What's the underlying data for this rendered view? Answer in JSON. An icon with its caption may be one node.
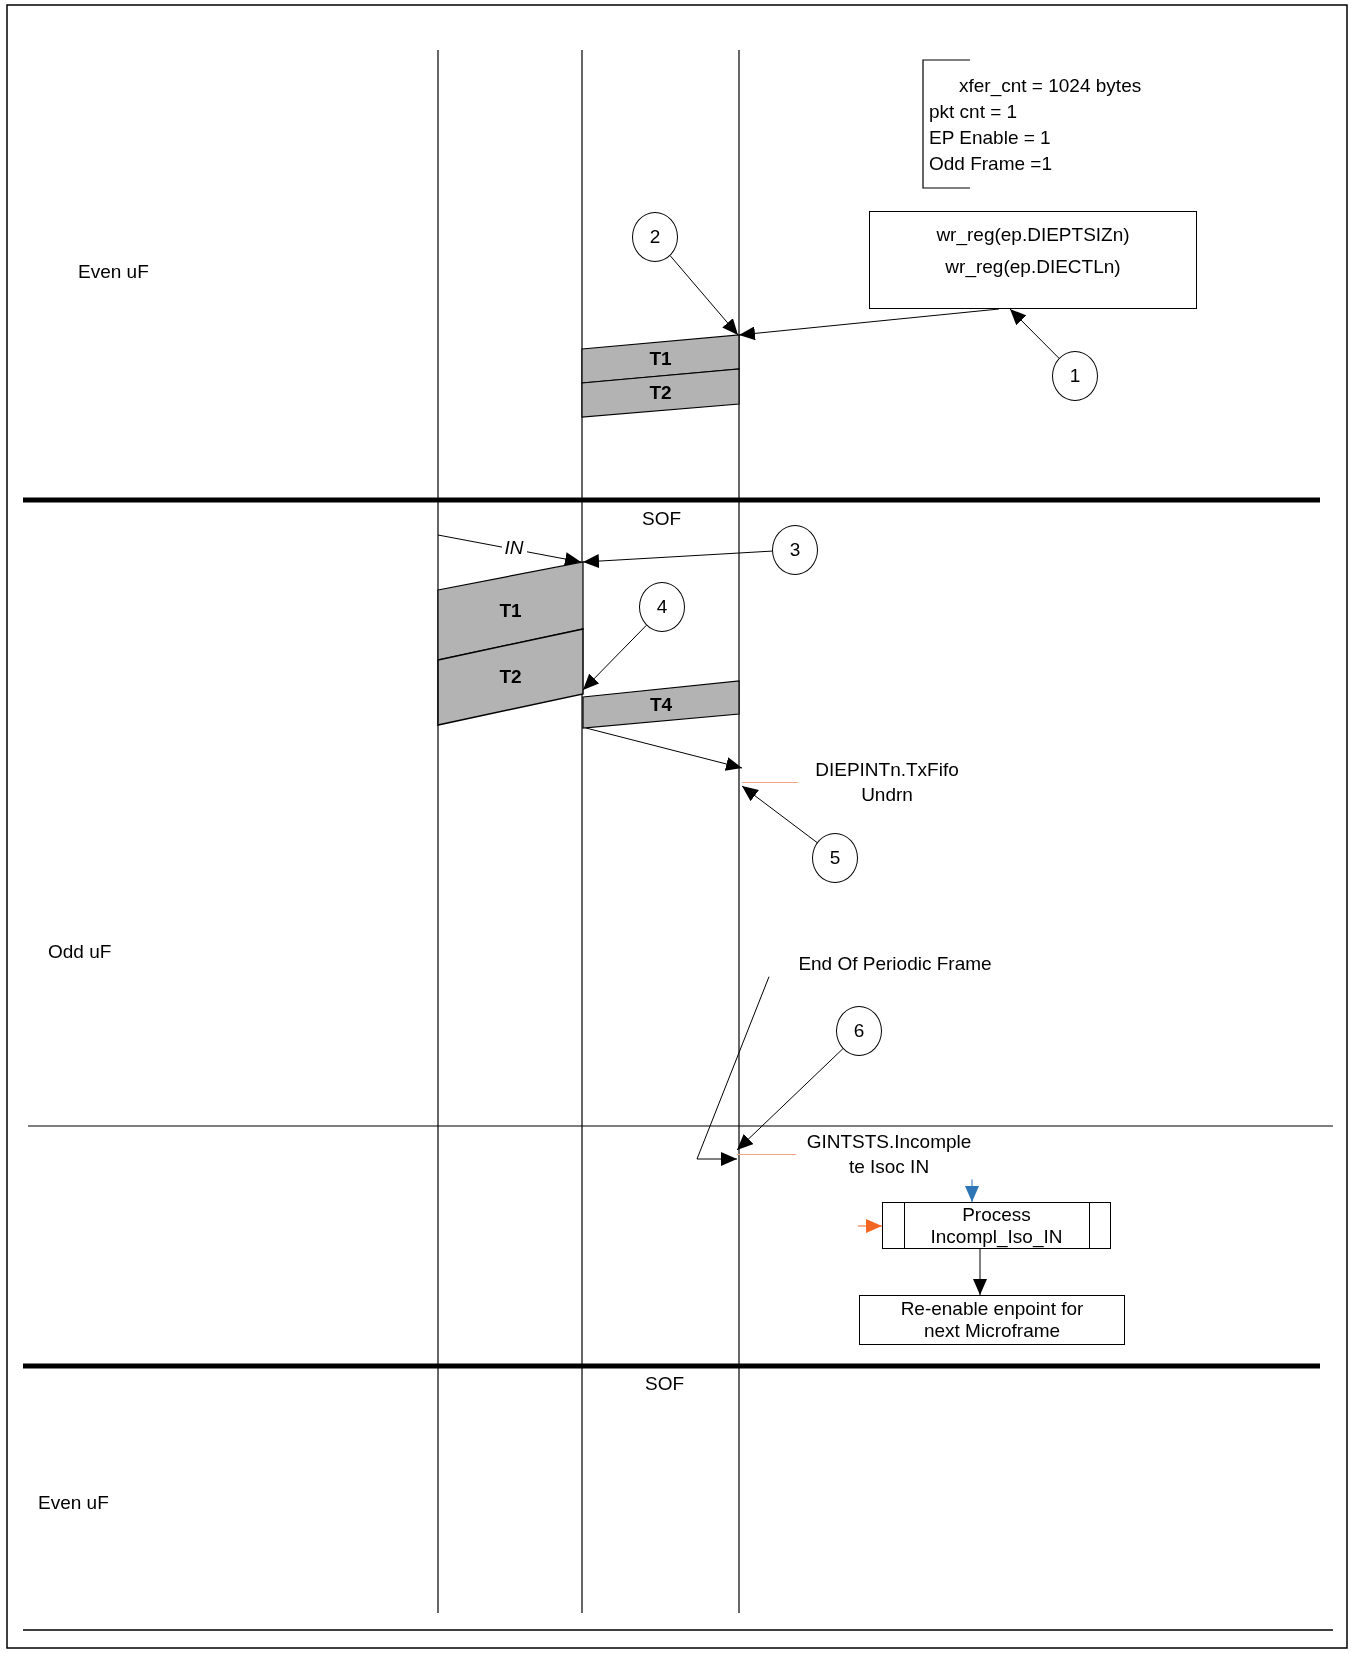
{
  "diagram": {
    "nodes": [
      {
        "text": [
          "wr_reg(ep.DIEPTSIZn)",
          "wr_reg(ep.DIECTLn)"
        ]
      },
      {
        "text": [
          "1"
        ]
      },
      {
        "text": [
          "2"
        ]
      },
      {
        "text": [
          "T1"
        ]
      },
      {
        "text": [
          "T2"
        ]
      },
      {
        "text": [
          "3"
        ]
      },
      {
        "text": [
          "T1"
        ]
      },
      {
        "text": [
          "T2"
        ]
      },
      {
        "text": [
          "4"
        ]
      },
      {
        "text": [
          "T4"
        ]
      },
      {
        "text": [
          "DIEPINTn.TxFifo Undrn"
        ]
      },
      {
        "text": [
          "5"
        ]
      },
      {
        "text": [
          "End Of Periodic Frame"
        ]
      },
      {
        "text": [
          "6"
        ]
      },
      {
        "text": [
          "GINTSTS.Incomple te Isoc IN"
        ]
      },
      {
        "text": [
          "Process Incompl_Iso_IN"
        ]
      },
      {
        "text": [
          "Re-enable enpoint for next Microframe"
        ]
      }
    ],
    "edges": [
      {
        "from": 1,
        "to": 0,
        "arrow": "to"
      },
      {
        "from": 0,
        "to": 3,
        "arrow": "to"
      },
      {
        "from": 2,
        "to": 3,
        "arrow": "to"
      },
      {
        "from": null,
        "to": 6,
        "arrow": "to",
        "label": "IN"
      },
      {
        "from": 5,
        "to": 6,
        "arrow": "to"
      },
      {
        "from": 8,
        "to": 7,
        "arrow": "to"
      },
      {
        "from": 9,
        "to": 10,
        "arrow": "to"
      },
      {
        "from": 11,
        "to": 10,
        "arrow": "to"
      },
      {
        "from": 12,
        "to": 14,
        "arrow": "to"
      },
      {
        "from": 13,
        "to": 14,
        "arrow": "to"
      },
      {
        "from": 14,
        "to": 15,
        "arrow": "to",
        "color": "#2e75b6"
      },
      {
        "from": null,
        "to": 15,
        "arrow": "to",
        "color": "#f26522"
      },
      {
        "from": 15,
        "to": 16,
        "arrow": "to"
      }
    ],
    "labels": [
      "xfer_cnt = 1024 bytes",
      "pkt cnt = 1",
      "EP Enable = 1",
      "Odd Frame =1",
      "Even uF",
      "SOF",
      "Odd uF",
      "SOF",
      "Even uF"
    ]
  }
}
